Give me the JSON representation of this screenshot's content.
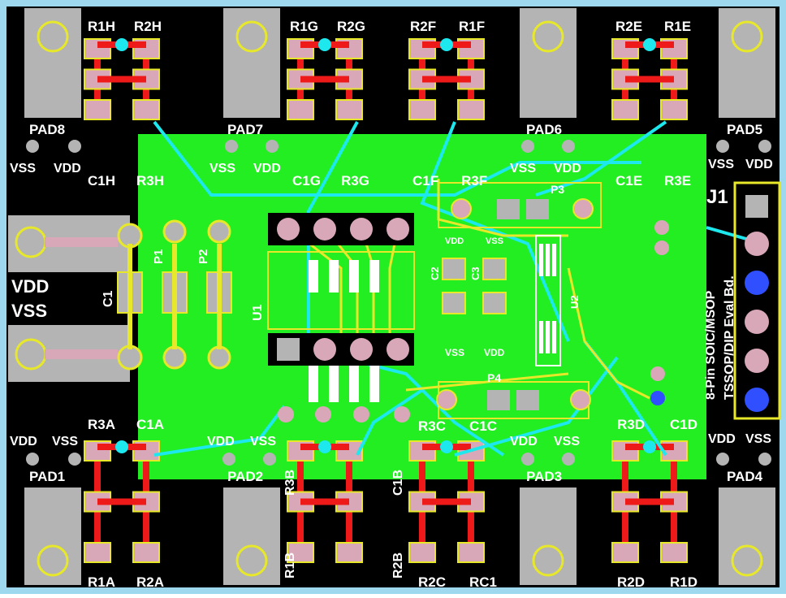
{
  "board": {
    "colors": {
      "frame": "#9ed8ee",
      "background": "#000000",
      "copper_pour": "#22ee22",
      "trace_red": "#ee1a1a",
      "trace_cyan": "#1ce8ee",
      "trace_yellow": "#e8e82a",
      "pad": "#b4b4b4",
      "pad_pink": "#d8a8b8",
      "silkscreen": "#e8e82a",
      "silk_text_white": "#ffffff",
      "blue_text": "#2244ff"
    }
  },
  "labels": {
    "pads": [
      "PAD8",
      "PAD7",
      "PAD6",
      "PAD5",
      "PAD1",
      "PAD2",
      "PAD3",
      "PAD4"
    ],
    "resistors_top": [
      "R1H",
      "R2H",
      "R1G",
      "R2G",
      "R2F",
      "R1F",
      "R2E",
      "R1E"
    ],
    "top_caps": [
      "C1H",
      "R3H",
      "C1G",
      "R3G",
      "C1F",
      "R3F",
      "C1E",
      "R3E"
    ],
    "resistors_bottom": [
      "R1A",
      "R2A",
      "R1B",
      "R2B",
      "R2C",
      "RC1",
      "R2D",
      "R1D"
    ],
    "bottom_caps": [
      "R3A",
      "C1A",
      "R3B",
      "C1B",
      "R3C",
      "C1C",
      "R3D",
      "C1D"
    ],
    "power_vss": "VSS",
    "power_vdd": "VDD",
    "left_vdd": "VDD",
    "left_vss": "VSS",
    "c1": "C1",
    "p1": "P1",
    "p2": "P2",
    "p3": "P3",
    "p4": "P4",
    "c2": "C2",
    "c3": "C3",
    "u1": "U1",
    "u2": "U2",
    "j1": "J1",
    "eval_text": "8-Pin SOIC/MSOP",
    "eval_text2": "TSSOP/DIP Eval Bd."
  }
}
